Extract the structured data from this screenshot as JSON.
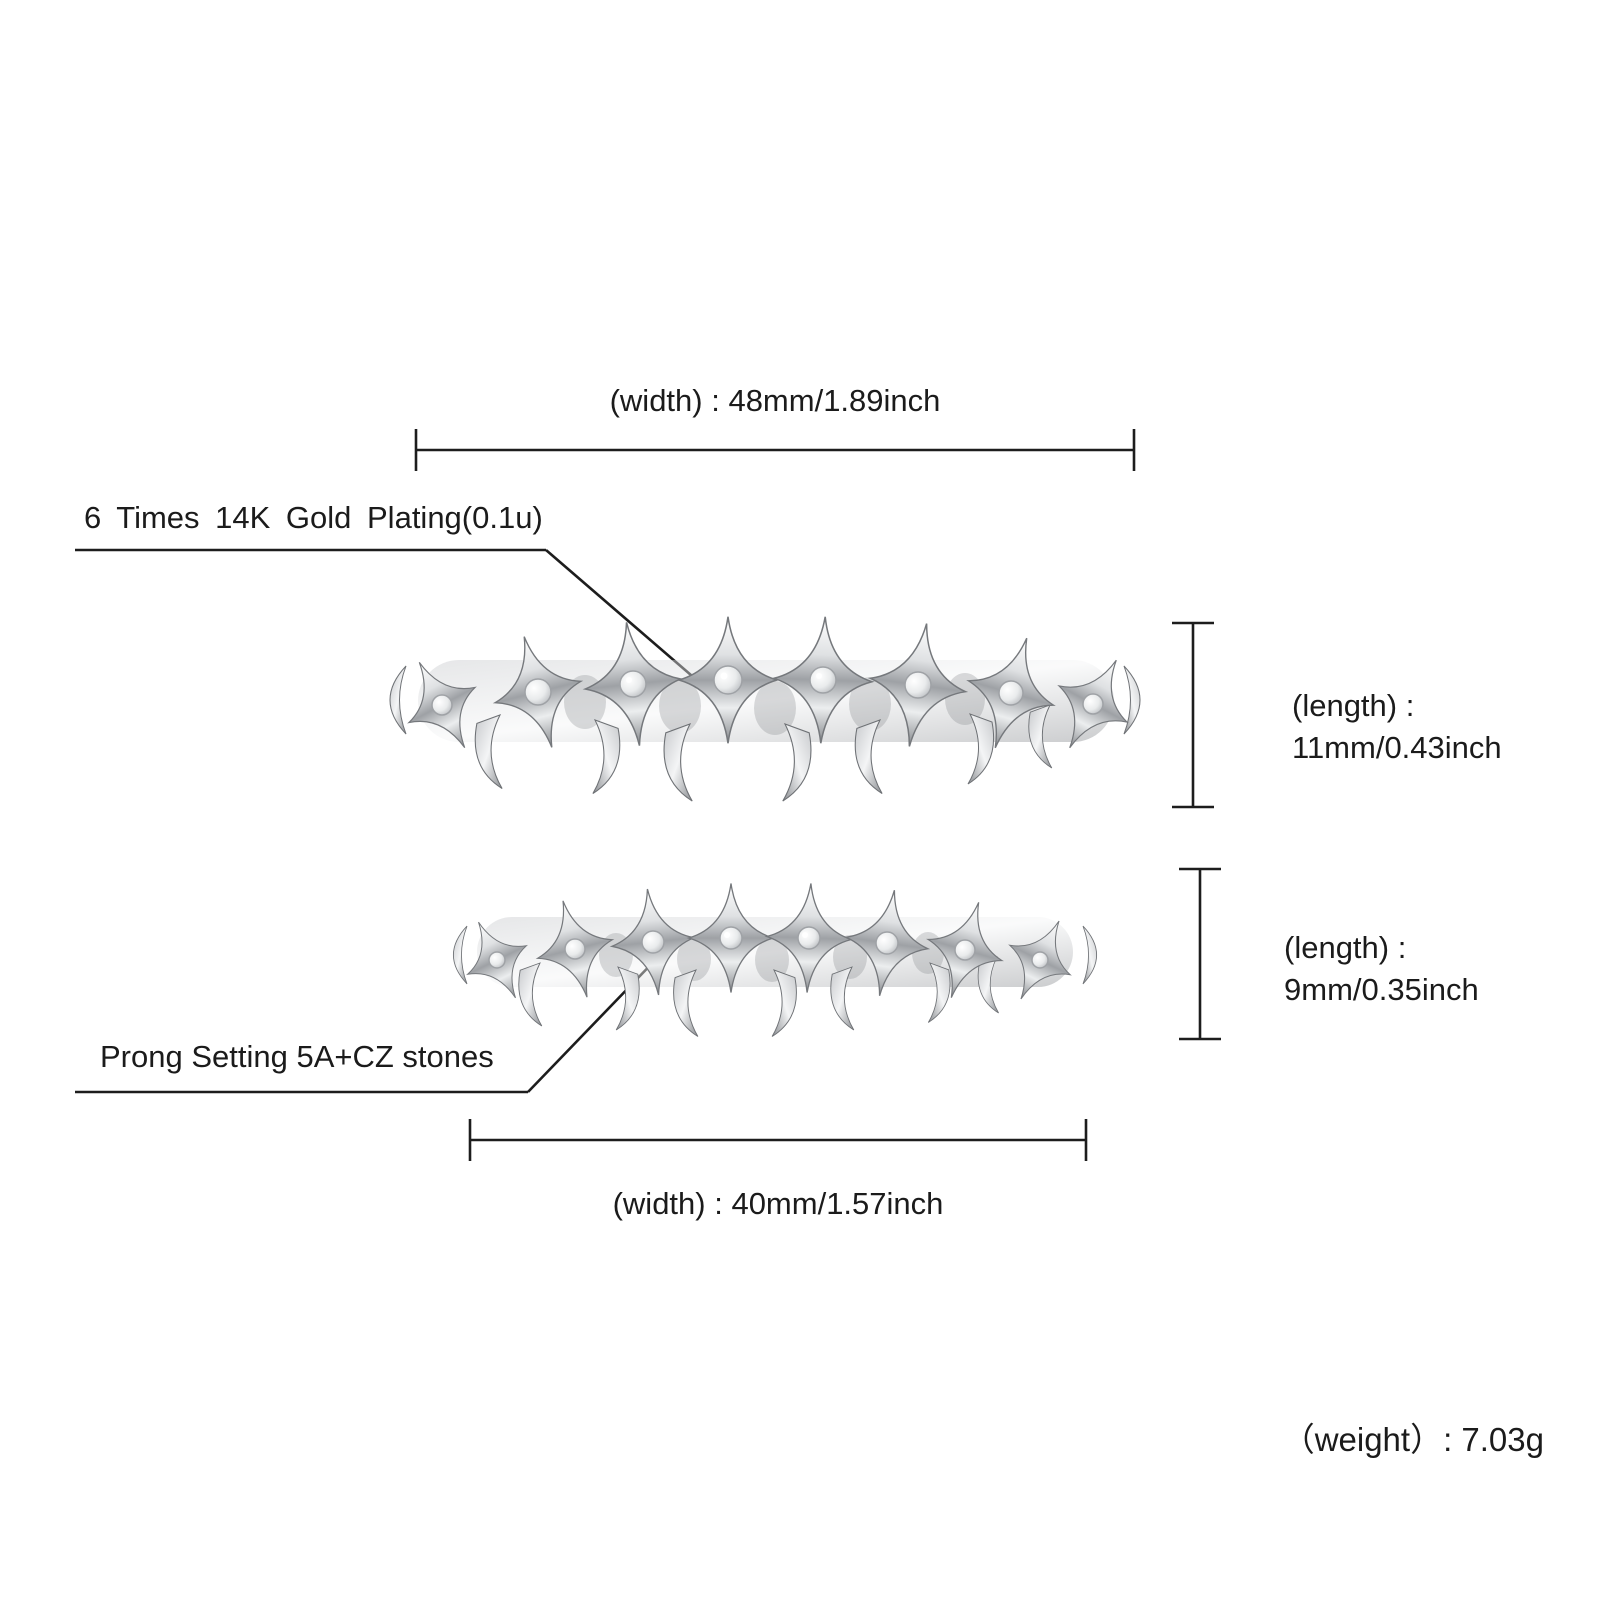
{
  "page": {
    "background": "#ffffff"
  },
  "colors": {
    "text": "#1b1b1b",
    "dimension_line": "#1d1d1d",
    "silver_light": "#f2f3f4",
    "silver_dark": "#8b8e92"
  },
  "annotations": {
    "top_width_label": "(width) : 48mm/1.89inch",
    "gold_plating_label": "6 Times 14K Gold Plating(0.1u)",
    "top_length_line1": "(length) :",
    "top_length_line2": "11mm/0.43inch",
    "bottom_length_line1": "(length) :",
    "bottom_length_line2": "9mm/0.35inch",
    "prong_label": "Prong Setting 5A+CZ stones",
    "bottom_width_label": "(width) : 40mm/1.57inch",
    "weight_label": "（weight）: 7.03g"
  },
  "illustrations": {
    "top_grill": "upper-teeth-grill-silver-with-cz-stones",
    "bottom_grill": "lower-teeth-grill-silver-with-cz-stones"
  }
}
